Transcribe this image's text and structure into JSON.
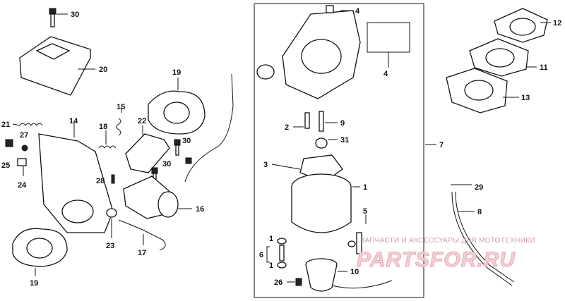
{
  "diagram": {
    "part_labels": [
      "30",
      "20",
      "19",
      "15",
      "22",
      "21",
      "27",
      "14",
      "18",
      "25",
      "30",
      "24",
      "30",
      "28",
      "16",
      "23",
      "17",
      "19",
      "4",
      "12",
      "4",
      "11",
      "13",
      "2",
      "9",
      "31",
      "3",
      "7",
      "1",
      "29",
      "8",
      "5",
      "1",
      "6",
      "1",
      "10",
      "26"
    ],
    "watermark": {
      "caption": "ЗАПЧАСТИ И АКСЕССУАРЫ ДЛЯ МОТОТЕХНИКИ",
      "logo": "PARTSFOR.RU"
    }
  }
}
